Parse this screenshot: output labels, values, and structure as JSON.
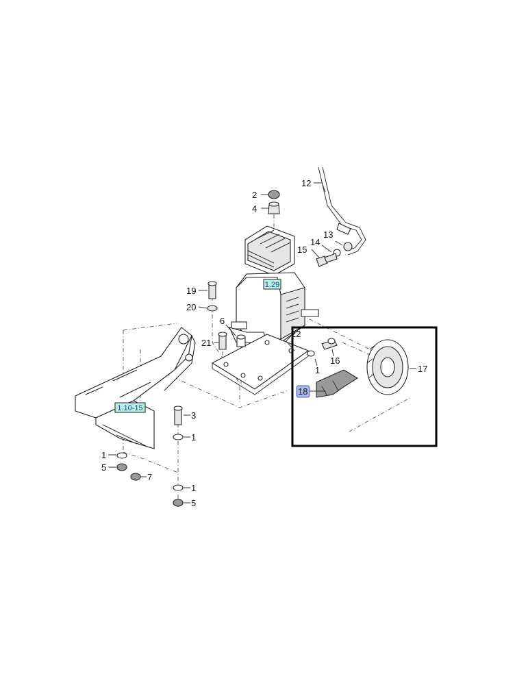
{
  "diagram": {
    "callouts": {
      "c2": "2",
      "c4": "4",
      "c12": "12",
      "c13": "13",
      "c14": "14",
      "c15": "15",
      "c19": "19",
      "c20": "20",
      "c6": "6",
      "c21": "21",
      "c22": "22",
      "c1a": "1",
      "c16": "16",
      "c17": "17",
      "c18": "18",
      "c3": "3",
      "c1b": "1",
      "c1c": "1",
      "c5a": "5",
      "c7": "7",
      "c1d": "1",
      "c5b": "5"
    },
    "references": {
      "compressor": "1.29",
      "bracket": "1.10-15"
    },
    "highlight_box_color": "#000000",
    "reference_fill": "#b8f0e6",
    "selected_fill": "#a9b8e8"
  }
}
